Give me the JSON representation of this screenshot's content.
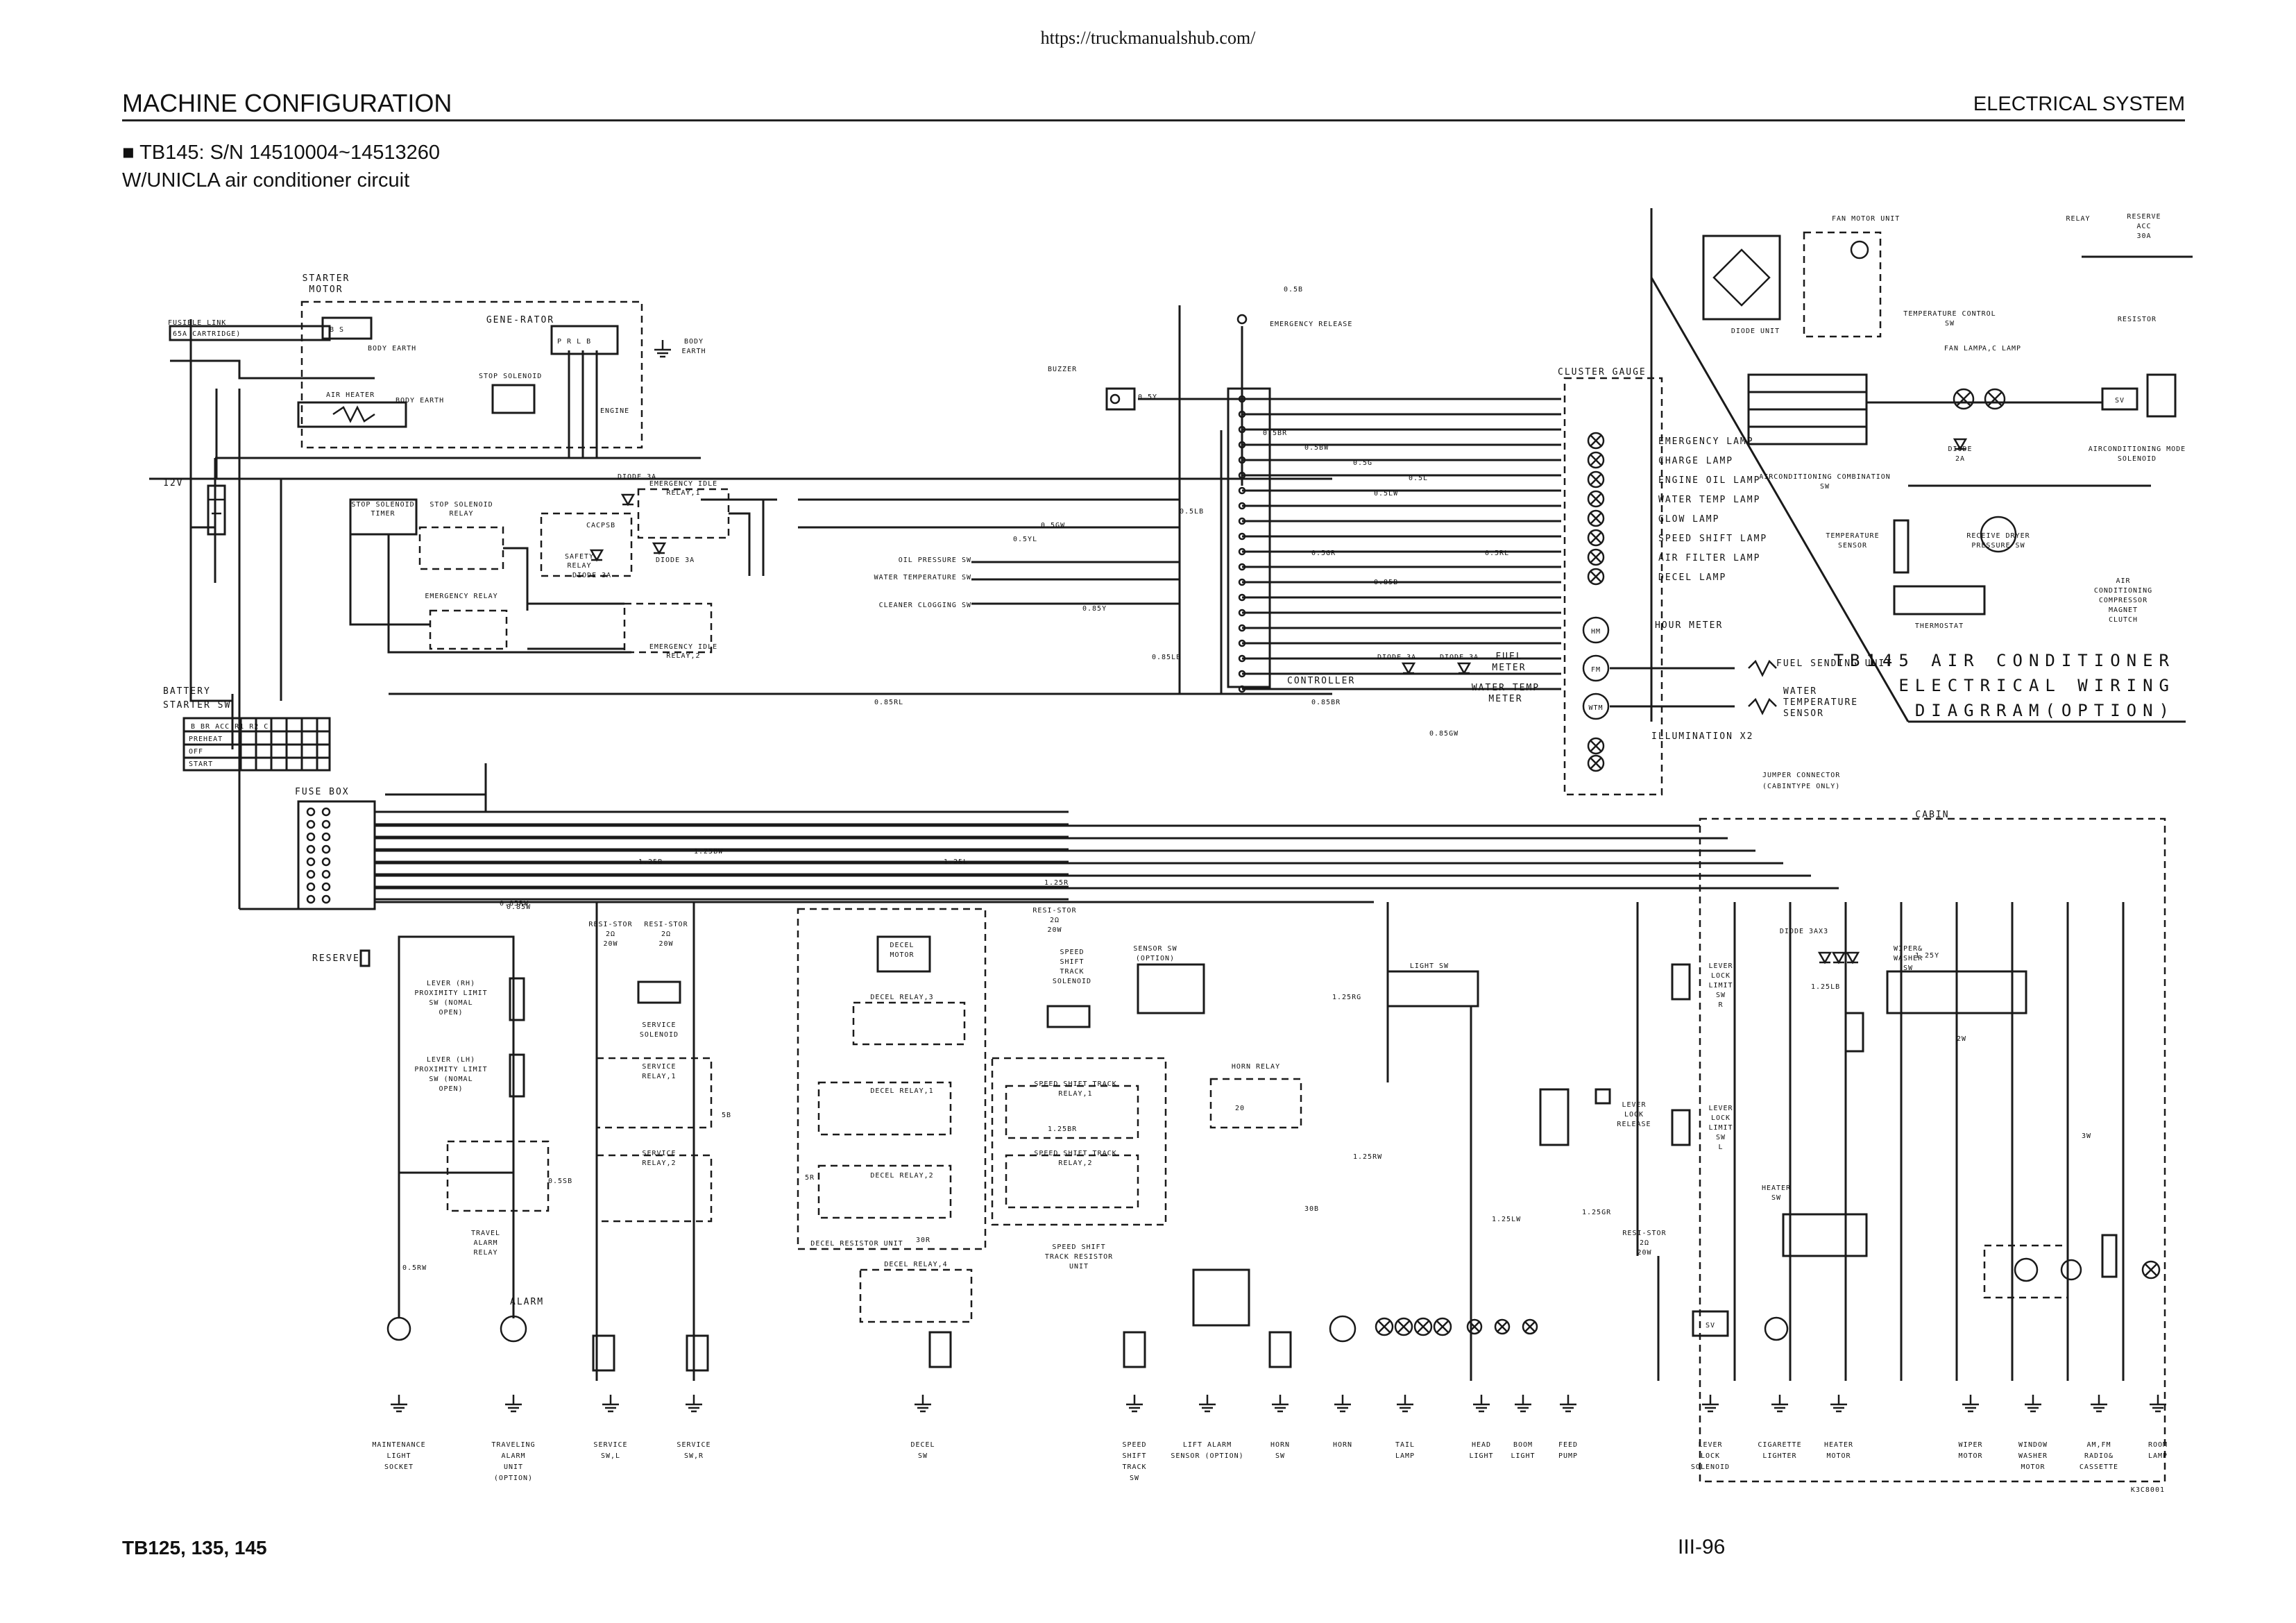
{
  "source_url": "https://truckmanualshub.com/",
  "header": {
    "left_title": "MACHINE CONFIGURATION",
    "right_title": "ELECTRICAL SYSTEM"
  },
  "subtitle": {
    "line1": "TB145: S/N 14510004~14513260",
    "line2": "W/UNICLA air conditioner circuit"
  },
  "footer": {
    "models": "TB125, 135, 145",
    "page": "III-96"
  },
  "drawing_code": "K3C8001",
  "ac_diagram_title": [
    "TB145 AIR CONDITIONER",
    "ELECTRICAL WIRING",
    "DIAGRRAM(OPTION)"
  ],
  "labels": {
    "starter_motor": "STARTER MOTOR",
    "fusible_link": "FUSIBLE LINK (65A CARTRIDGE)",
    "generator": "GENE-RATOR",
    "body_earth": "BODY EARTH",
    "air_heater": "AIR HEATER",
    "stop_solenoid": "STOP SOLENOID",
    "engine": "ENGINE",
    "battery": "BATTERY",
    "volt": "12V",
    "stop_solenoid_timer": "STOP SOLENOID TIMER",
    "stop_solenoid_relay": "STOP SOLENOID RELAY",
    "safety_relay": "SAFETY RELAY",
    "emergency_idle_relay_1": "EMERGENCY IDLE RELAY,1",
    "emergency_idle_relay_2": "EMERGENCY IDLE RELAY,2",
    "emergency_relay": "EMERGENCY RELAY",
    "diode_3a": "DIODE 3A",
    "starter_sw": "STARTER SW",
    "fuse_box": "FUSE BOX",
    "reserve": "RESERVE",
    "buzzer": "BUZZER",
    "emergency_release": "EMERGENCY RELEASE",
    "cluster_gauge": "CLUSTER GAUGE",
    "controller": "CONTROLLER",
    "oil_pressure_sw": "OIL PRESSURE SW",
    "water_temperature_sw": "WATER TEMPERATURE SW",
    "cleaner_clogging_sw": "CLEANER CLOGGING SW",
    "fuel_meter": "FUEL METER",
    "water_temp_meter": "WATER TEMP METER",
    "fuel_sending_unit": "FUEL SENDING UNIT",
    "water_temperature_sensor": "WATER TEMPERATURE SENSOR",
    "illumination": "ILLUMINATION X2",
    "hour_meter": "HOUR METER",
    "lamps": [
      "EMERGENCY LAMP",
      "CHARGE LAMP",
      "ENGINE OIL LAMP",
      "WATER TEMP LAMP",
      "GLOW LAMP",
      "SPEED SHIFT LAMP",
      "AIR FILTER LAMP",
      "DECEL LAMP"
    ],
    "jumper_connector": "JUMPER CONNECTOR (CABINTYPE ONLY)",
    "cabin": "CABIN",
    "lever_rh": "LEVER (RH) PROXIMITY LIMIT SW (NOMAL OPEN)",
    "lever_lh": "LEVER (LH) PROXIMITY LIMIT SW (NOMAL OPEN)",
    "travel_alarm_relay": "TRAVEL ALARM RELAY",
    "alarm": "ALARM",
    "resistor_2w": "RESI-STOR 2Ω 20W",
    "service_solenoid": "SERVICE SOLENOID",
    "service_relay_1": "SERVICE RELAY,1",
    "service_relay_2": "SERVICE RELAY,2",
    "decel_motor": "DECEL MOTOR",
    "decel_relay_1": "DECEL RELAY,1",
    "decel_relay_2": "DECEL RELAY,2",
    "decel_relay_3": "DECEL RELAY,3",
    "decel_relay_4": "DECEL RELAY,4",
    "decel_resistor_unit": "DECEL RESISTOR UNIT",
    "speed_shift_solenoid": "SPEED SHIFT TRACK SOLENOID",
    "speed_shift_relay_1": "SPEED SHIFT TRACK RELAY,1",
    "speed_shift_relay_2": "SPEED SHIFT TRACK RELAY,2",
    "speed_shift_resistor_unit": "SPEED SHIFT TRACK RESISTOR UNIT",
    "sensor_sw": "SENSOR SW (OPTION)",
    "horn_relay": "HORN RELAY",
    "light_sw": "LIGHT SW",
    "lever_lock_release": "LEVER LOCK RELEASE",
    "lever_lock_limit_r": "LEVER LOCK LIMIT SW R",
    "lever_lock_limit_l": "LEVER LOCK LIMIT SW L",
    "lever_lock_solenoid": "LEVER LOCK SOLENOID",
    "lift_alarm_sensor": "LIFT ALARM SENSOR (OPTION)",
    "wiper_washer_sw": "WIPER& WASHER SW",
    "heater_sw": "HEATER SW",
    "diode_3ax3": "DIODE 3AX3",
    "bottom": [
      "MAINTENANCE LIGHT SOCKET",
      "TRAVELING ALARM UNIT (OPTION)",
      "SERVICE SW,L",
      "SERVICE SW,R",
      "DECEL SW",
      "SPEED SHIFT TRACK SW",
      "LIFT ALARM SENSOR (OPTION)",
      "HORN SW",
      "HORN",
      "TAIL LAMP",
      "HEAD LIGHT",
      "BOOM LIGHT",
      "FEED PUMP",
      "LEVER LOCK SOLENOID",
      "CIGARETTE LIGHTER",
      "HEATER MOTOR",
      "WIPER MOTOR",
      "WINDOW WASHER MOTOR",
      "AM,FM RADIO& CASSETTE",
      "ROOM LAMP"
    ],
    "ac": [
      "FAN MOTOR UNIT",
      "DIODE UNIT",
      "RELAY",
      "RESERVE ACC 30A",
      "RESISTOR",
      "TEMPERATURE CONTROL SW",
      "FAN LAMP",
      "A,C LAMP",
      "AIRCONDITIONING COMBINATION SW",
      "DIODE 2A",
      "AIRCONDITIONING MODE SOLENOID",
      "TEMPERATURE SENSOR",
      "RECEIVE DRYER PRESSURE SW",
      "AIR CONDITIONING COMPRESSOR MAGNET CLUTCH",
      "THERMOSTAT",
      "SV"
    ]
  },
  "wire_codes": [
    "0.5B",
    "0.5Y",
    "0.5BR",
    "0.5BW",
    "0.5G",
    "0.5L",
    "0.5LW",
    "0.5LB",
    "0.5GW",
    "0.5YL",
    "0.5GR",
    "0.5RL",
    "0.85B",
    "0.85Y",
    "0.85LB",
    "0.85BR",
    "0.85GW",
    "0.85RL",
    "0.85RW",
    "1.25B",
    "1.25BW",
    "1.25L",
    "1.25R",
    "1.25RG",
    "1.25RW",
    "1.25LW",
    "1.25GR",
    "1.25LB",
    "1.25Y",
    "2W",
    "3W",
    "5R",
    "5B",
    "20",
    "30B",
    "30R",
    "1.25BR",
    "0.85W",
    "0.5RW",
    "0.5SB"
  ]
}
